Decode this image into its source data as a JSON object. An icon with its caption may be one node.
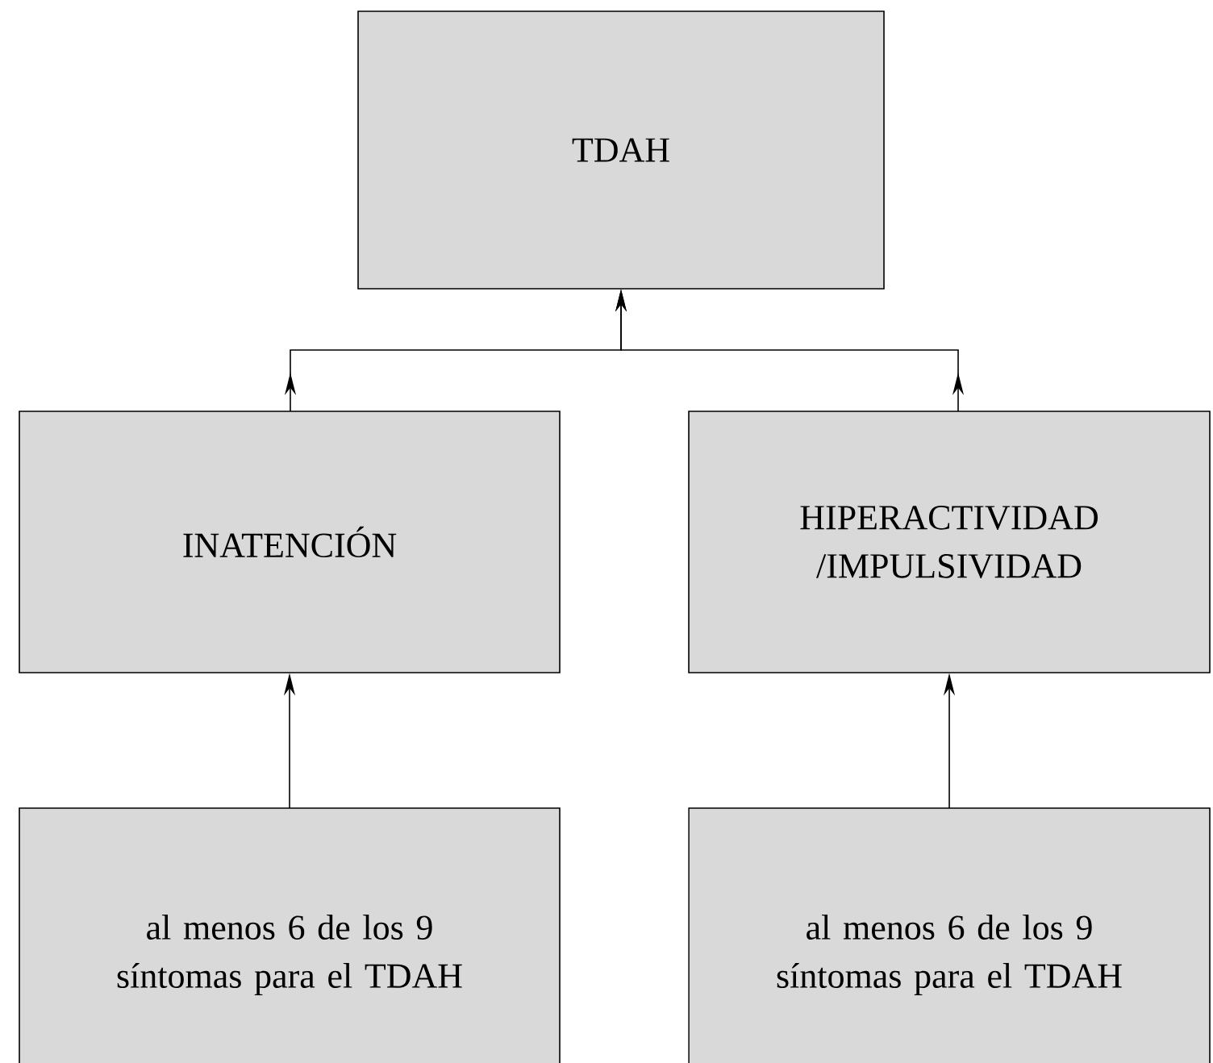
{
  "diagram": {
    "nodes": [
      {
        "text": [
          "TDAH"
        ]
      },
      {
        "text": [
          "INATENCIÓN"
        ]
      },
      {
        "text": [
          "HIPERACTIVIDAD /IMPULSIVIDAD"
        ]
      },
      {
        "text": [
          "al menos 6 de los 9 síntomas para el TDAH"
        ]
      },
      {
        "text": [
          "al menos 6 de los 9 síntomas para el TDAH"
        ]
      }
    ],
    "edges": [
      {
        "from": 1,
        "to": 0,
        "arrow": "to"
      },
      {
        "from": 2,
        "to": 0,
        "arrow": "to"
      },
      {
        "from": 3,
        "to": 1,
        "arrow": "to"
      },
      {
        "from": 4,
        "to": 2,
        "arrow": "to"
      }
    ]
  }
}
